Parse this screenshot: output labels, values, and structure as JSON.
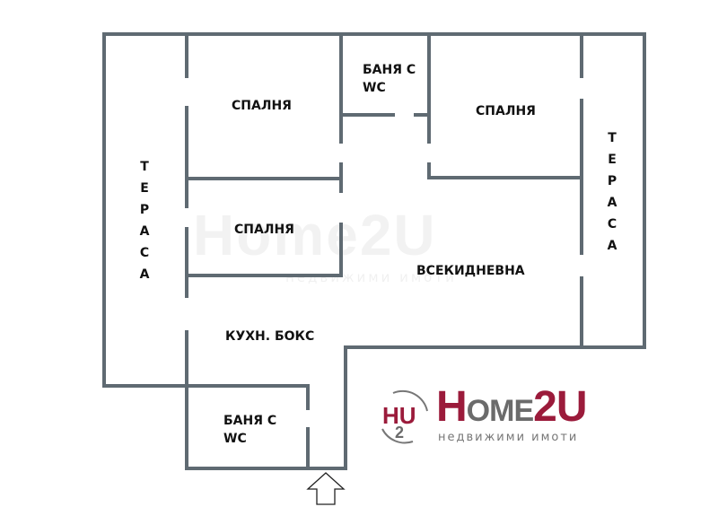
{
  "floor_plan": {
    "rooms": [
      {
        "id": "terrace-left",
        "label": "ТЕРАСА",
        "orientation": "vertical"
      },
      {
        "id": "bedroom-1",
        "label": "СПАЛНЯ"
      },
      {
        "id": "bathroom-1",
        "label_line1": "БАНЯ С",
        "label_line2": "WC"
      },
      {
        "id": "bedroom-2",
        "label": "СПАЛНЯ"
      },
      {
        "id": "bedroom-3",
        "label": "СПАЛНЯ"
      },
      {
        "id": "living-room",
        "label": "ВСЕКИДНЕВНА"
      },
      {
        "id": "kitchen",
        "label": "КУХН. БОКС"
      },
      {
        "id": "bathroom-2",
        "label_line1": "БАНЯ С",
        "label_line2": "WC"
      },
      {
        "id": "terrace-right",
        "label": "ТЕРАСА",
        "orientation": "vertical"
      }
    ],
    "terrace_left_letters": [
      "Т",
      "Е",
      "Р",
      "А",
      "С",
      "А"
    ],
    "terrace_right_letters": [
      "Т",
      "Е",
      "Р",
      "А",
      "С",
      "А"
    ],
    "entrance": "entrance-arrow"
  },
  "logo": {
    "mark_top": "HU",
    "mark_bottom": "2",
    "word_first": "H",
    "word_mid": "OME",
    "word_end": "2U",
    "subtitle": "недвижими имоти",
    "brand_color": "#9b1b3b",
    "gray_color": "#6b6b6b"
  },
  "watermark": {
    "text": "Home2U",
    "subtitle": "недвижими имоти"
  },
  "colors": {
    "wall": "#5f6a72",
    "text": "#111111",
    "background": "#ffffff"
  }
}
